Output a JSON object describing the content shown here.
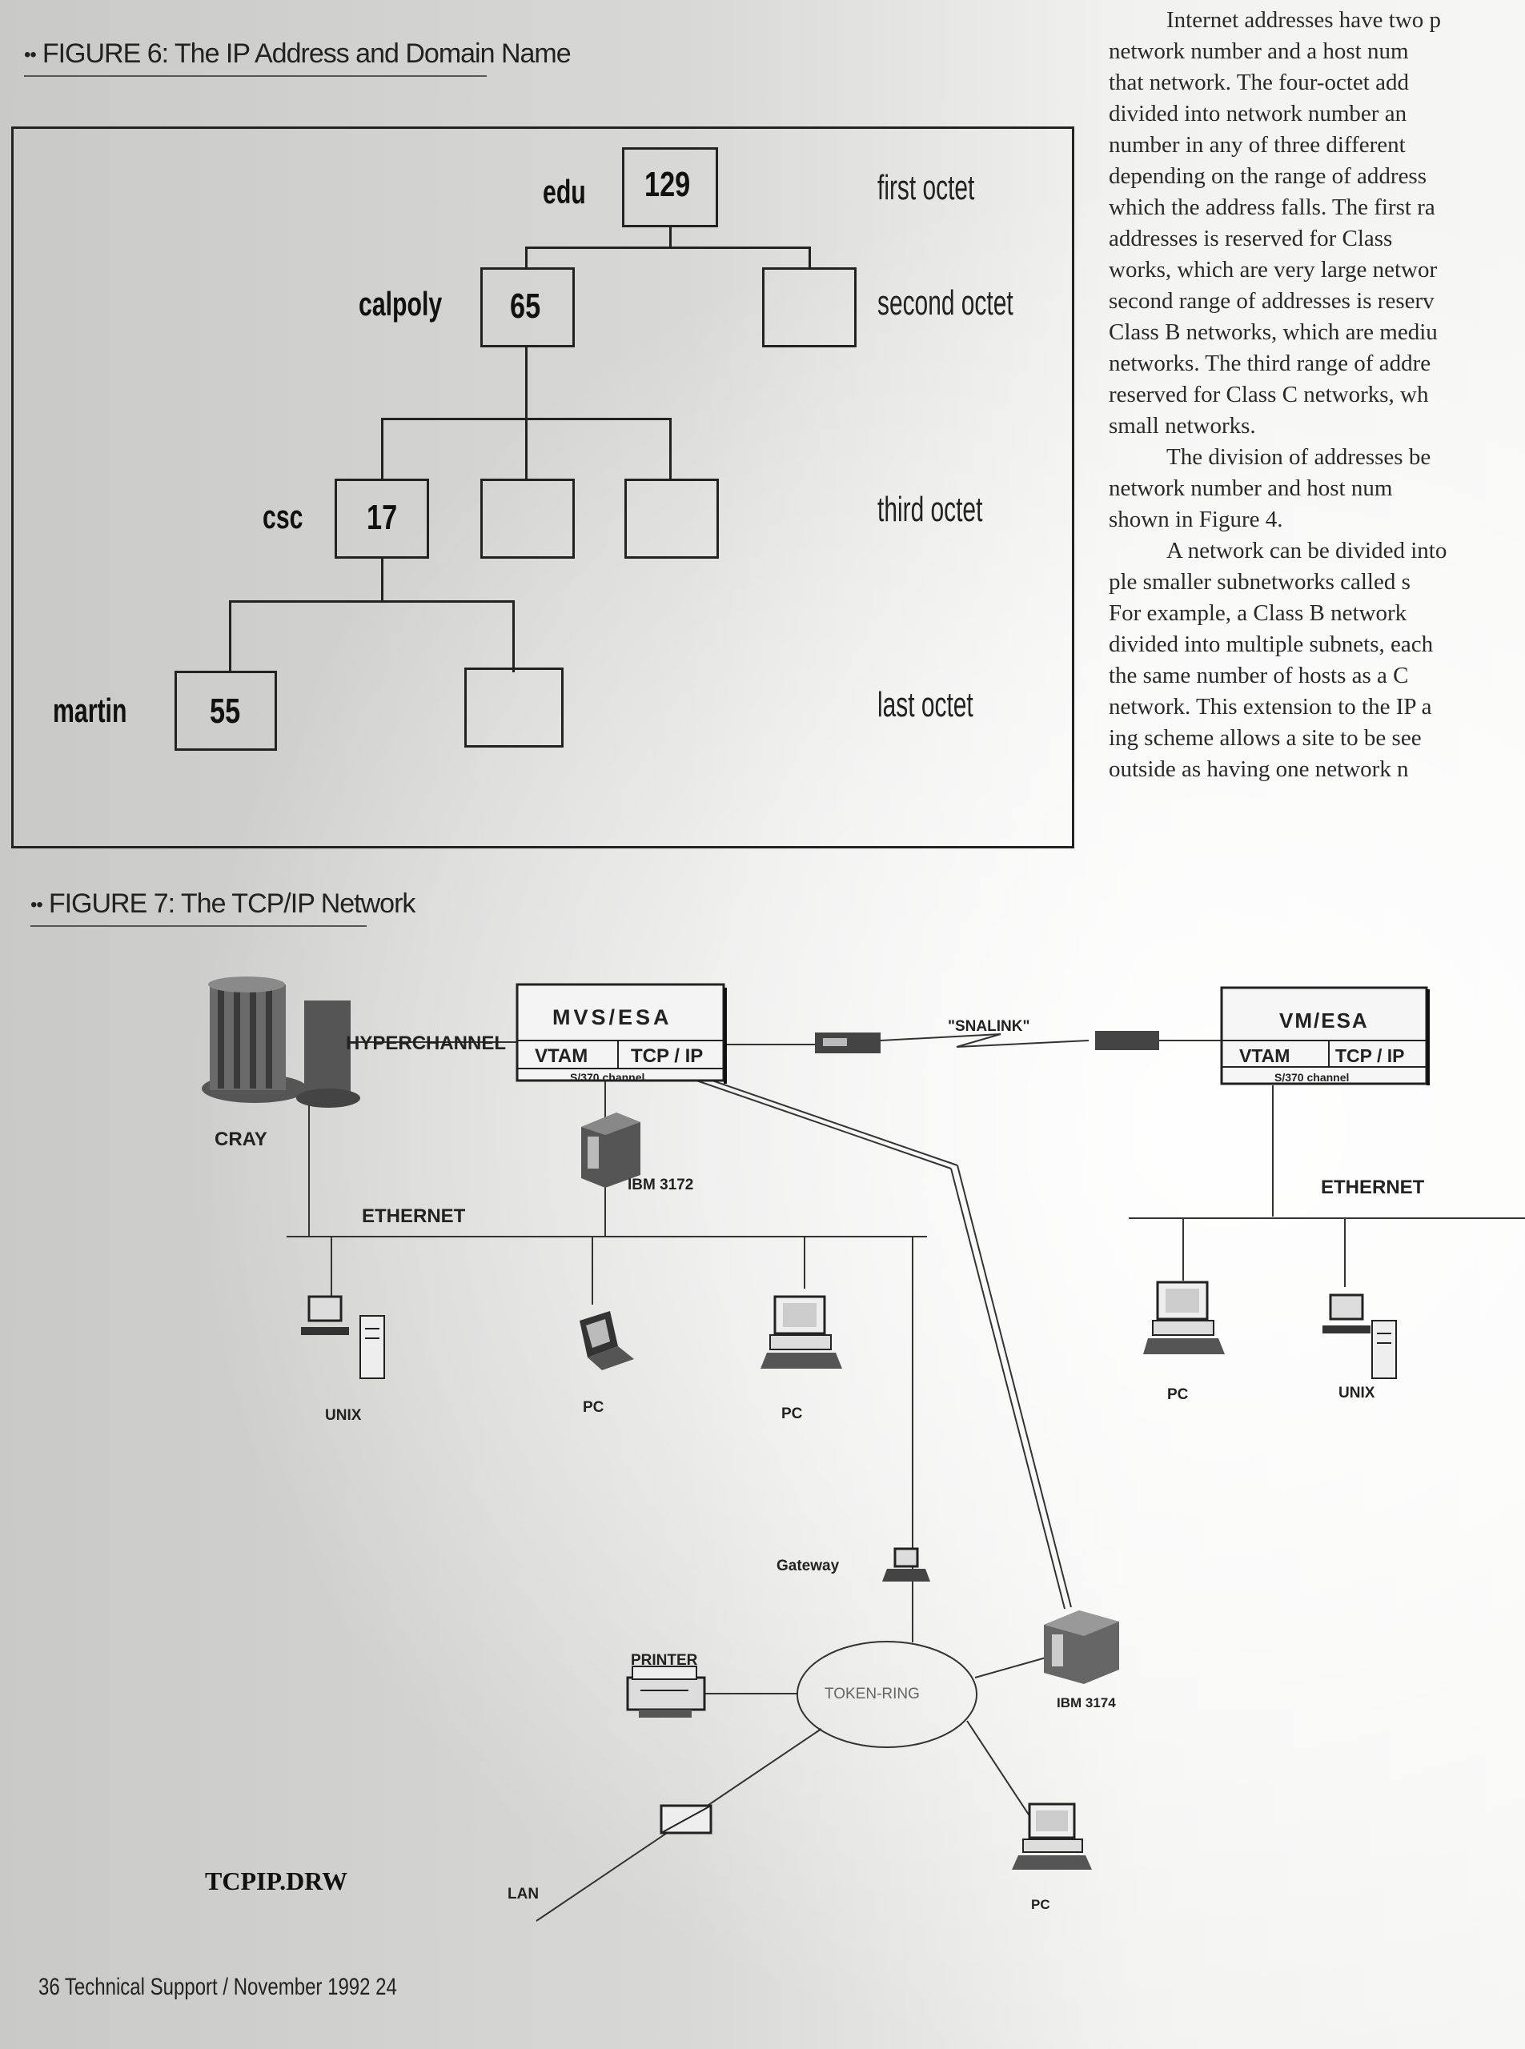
{
  "figure6": {
    "caption": "FIGURE 6: The IP Address and Domain Name",
    "bullets": "••",
    "labels": {
      "edu": "edu",
      "calpoly": "calpoly",
      "csc": "csc",
      "martin": "martin"
    },
    "numbers": {
      "first": "129",
      "second": "65",
      "third": "17",
      "last": "55"
    },
    "octets": [
      "first octet",
      "second octet",
      "third octet",
      "last octet"
    ]
  },
  "figure7": {
    "caption": "FIGURE 7: The TCP/IP Network",
    "bullets": "••",
    "mvs": {
      "title": "MVS/ESA",
      "vtam": "VTAM",
      "tcpip": "TCP / IP",
      "channel": "S/370 channel"
    },
    "vm": {
      "title": "VM/ESA",
      "vtam": "VTAM",
      "tcpip": "TCP / IP",
      "channel": "S/370 channel"
    },
    "labels": {
      "hyperchannel": "HYPERCHANNEL",
      "cray": "CRAY",
      "snalink": "\"SNALINK\"",
      "ibm3172": "IBM 3172",
      "ethernet_left": "ETHERNET",
      "ethernet_right": "ETHERNET",
      "unix_left": "UNIX",
      "pc_1": "PC",
      "pc_2": "PC",
      "pc_right": "PC",
      "unix_right": "UNIX",
      "gateway": "Gateway",
      "printer": "PRINTER",
      "token_ring": "TOKEN-RING",
      "ibm3174": "IBM 3174",
      "lan": "LAN",
      "pc_bottom": "PC",
      "drawing_file": "TCPIP.DRW"
    }
  },
  "article_text": [
    {
      "indent": true,
      "text": "Internet addresses have two p"
    },
    {
      "indent": false,
      "text": "network number and a host num"
    },
    {
      "indent": false,
      "text": "that network. The four-octet add"
    },
    {
      "indent": false,
      "text": "divided into network number an"
    },
    {
      "indent": false,
      "text": "number in any of three different"
    },
    {
      "indent": false,
      "text": "depending on the range of address"
    },
    {
      "indent": false,
      "text": "which the address falls. The first ra"
    },
    {
      "indent": false,
      "text": "addresses is reserved for Class"
    },
    {
      "indent": false,
      "text": "works, which are very large networ"
    },
    {
      "indent": false,
      "text": "second range of addresses is reserv"
    },
    {
      "indent": false,
      "text": "Class B networks, which are mediu"
    },
    {
      "indent": false,
      "text": "networks. The third range of addre"
    },
    {
      "indent": false,
      "text": "reserved for Class C networks, wh"
    },
    {
      "indent": false,
      "text": "small networks."
    },
    {
      "indent": true,
      "text": "The division of addresses be"
    },
    {
      "indent": false,
      "text": "network number and host num"
    },
    {
      "indent": false,
      "text": "shown in Figure 4."
    },
    {
      "indent": true,
      "text": "A network can be divided into"
    },
    {
      "indent": false,
      "text": "ple smaller subnetworks called s"
    },
    {
      "indent": false,
      "text": "For example, a Class B network"
    },
    {
      "indent": false,
      "text": "divided into multiple subnets, each"
    },
    {
      "indent": false,
      "text": "the same number of hosts as a C"
    },
    {
      "indent": false,
      "text": "network. This extension to the IP a"
    },
    {
      "indent": false,
      "text": "ing scheme allows a site to be see"
    },
    {
      "indent": false,
      "text": "outside as having one network n"
    }
  ],
  "footer": "36  Technical Support / November 1992   24"
}
